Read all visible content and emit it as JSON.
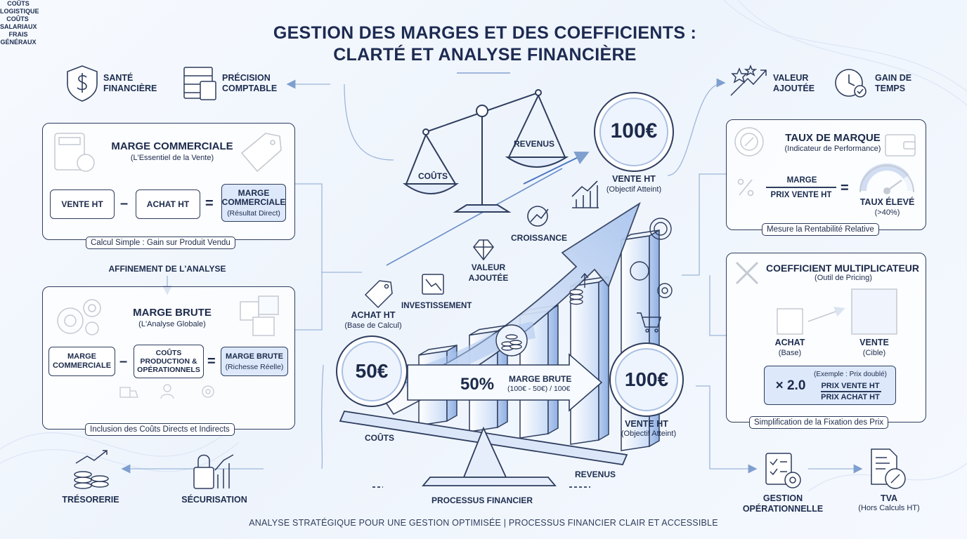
{
  "title": {
    "line1": "GESTION DES MARGES ET DES COEFFICIENTS :",
    "line2": "CLARTÉ ET ANALYSE FINANCIÈRE"
  },
  "top_left": {
    "sante": "SANTÉ FINANCIÈRE",
    "precision": "PRÉCISION COMPTABLE"
  },
  "top_right": {
    "valeur": "VALEUR AJOUTÉE",
    "gain": "GAIN DE TEMPS"
  },
  "marge_commerciale": {
    "title": "MARGE COMMERCIALE",
    "subtitle": "(L'Essentiel de la Vente)",
    "box1": "VENTE HT",
    "box2": "ACHAT HT",
    "result_main": "MARGE COMMERCIALE",
    "result_sub": "(Résultat Direct)",
    "caption": "Calcul Simple : Gain sur Produit Vendu"
  },
  "affinement": "AFFINEMENT DE L'ANALYSE",
  "marge_brute": {
    "title": "MARGE BRUTE",
    "subtitle": "(L'Analyse Globale)",
    "box1": "MARGE COMMERCIALE",
    "box2": "COÛTS PRODUCTION & OPÉRATIONNELS",
    "result_main": "MARGE BRUTE",
    "result_sub": "(Richesse Réelle)",
    "cost1": "COÛTS LOGISTIQUE",
    "cost2": "COÛTS SALARIAUX",
    "cost3": "FRAIS GÉNÉRAUX",
    "caption": "Inclusion des Coûts Directs et Indirects"
  },
  "bottom_left": {
    "tresorerie": "TRÉSORERIE",
    "securisation": "SÉCURISATION"
  },
  "center": {
    "couts_pan": "COÛTS",
    "revenus_pan": "REVENUS",
    "price_top": "100€",
    "vente_top": "VENTE HT",
    "vente_top_sub": "(Objectif Atteint)",
    "croissance": "CROISSANCE",
    "valeur": "VALEUR AJOUTÉE",
    "investissement": "INVESTISSEMENT",
    "achat": "ACHAT HT",
    "achat_sub": "(Base de Calcul)",
    "price_left": "50€",
    "percent": "50%",
    "marge_brute": "MARGE BRUTE",
    "formula": "(100€ - 50€) / 100€",
    "price_right": "100€",
    "vente_right": "VENTE HT",
    "vente_right_sub": "(Objectif Atteint)",
    "couts_bottom": "COÛTS",
    "revenus_bottom": "REVENUS",
    "processus": "PROCESSUS FINANCIER"
  },
  "taux_marque": {
    "title": "TAUX DE MARQUE",
    "subtitle": "(Indicateur de Performance)",
    "numerator": "MARGE",
    "denominator": "PRIX VENTE HT",
    "gauge_label": "TAUX ÉLEVÉ",
    "gauge_sub": "(>40%)",
    "gauge_level_percent": 80,
    "caption": "Mesure la Rentabilité Relative"
  },
  "coefficient": {
    "title": "COEFFICIENT MULTIPLICATEUR",
    "subtitle": "(Outil de Pricing)",
    "achat": "ACHAT",
    "achat_sub": "(Base)",
    "vente": "VENTE",
    "vente_sub": "(Cible)",
    "multiplier": "× 2.0",
    "example": "(Exemple : Prix doublé)",
    "num": "PRIX VENTE HT",
    "den": "PRIX ACHAT HT",
    "caption": "Simplification de la Fixation des Prix"
  },
  "bottom_right": {
    "gestion": "GESTION OPÉRATIONNELLE",
    "tva": "TVA",
    "tva_sub": "(Hors Calculs HT)"
  },
  "chart_bars": {
    "values": [
      4,
      5.5,
      7,
      9,
      12
    ]
  },
  "footer": "ANALYSE STRATÉGIQUE POUR UNE GESTION OPTIMISÉE | PROCESSUS FINANCIER CLAIR ET ACCESSIBLE",
  "colors": {
    "ink": "#1d2d4f",
    "accent": "#5b86cf",
    "light": "#dde9fb"
  }
}
